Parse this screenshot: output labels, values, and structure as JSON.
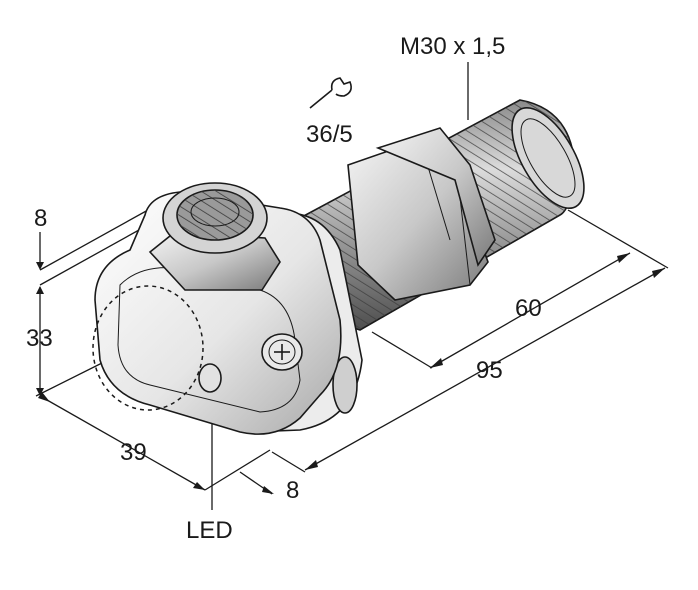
{
  "labels": {
    "thread": "M30 x 1,5",
    "wrench_size": "36/5",
    "dim_top_left": "8",
    "dim_height": "33",
    "dim_width": "39",
    "dim_bottom": "8",
    "dim_length_60": "60",
    "dim_length_95": "95",
    "led": "LED"
  },
  "icons": {
    "wrench": "wrench-icon"
  },
  "colors": {
    "ink": "#1a1a1a",
    "body_light": "#f2f2f2",
    "body_mid": "#cfcfcf",
    "body_dark": "#9a9a9a",
    "thread_dark": "#5a5a5a"
  }
}
